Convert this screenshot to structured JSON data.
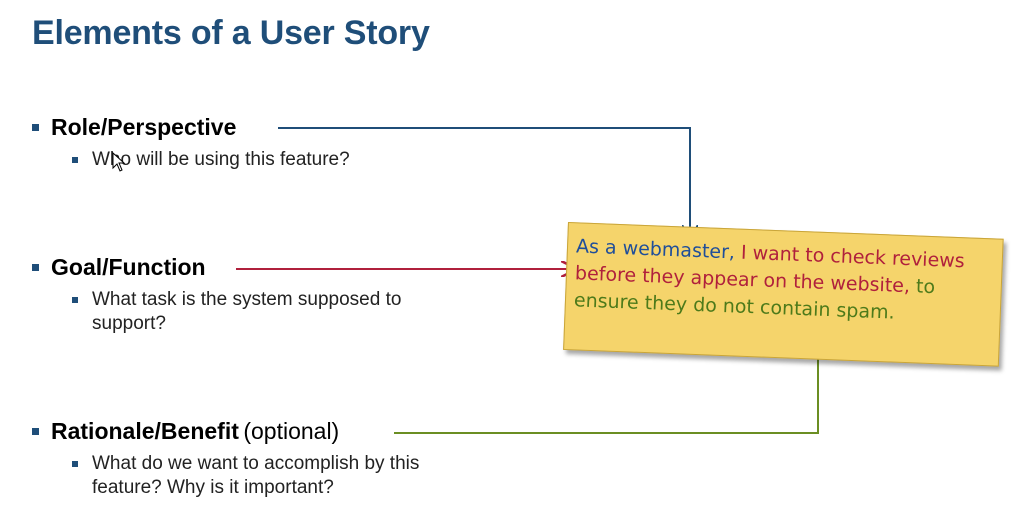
{
  "title": "Elements of a User Story",
  "bullets": [
    {
      "heading": "Role/Perspective",
      "optional": "",
      "sub": "Who will be using this feature?"
    },
    {
      "heading": "Goal/Function",
      "optional": "",
      "sub": "What task is the system supposed to support?"
    },
    {
      "heading": "Rationale/Benefit",
      "optional": "(optional)",
      "sub": "What do we want to accomplish by this feature? Why is it important?"
    }
  ],
  "story_note": {
    "role_part": "As a webmaster,",
    "goal_part": "I want to check reviews before they appear on the website,",
    "benefit_part": "to ensure they do not contain spam."
  },
  "colors": {
    "title": "#1f4e79",
    "role_arrow": "#1f4e79",
    "goal_arrow": "#b0203c",
    "benefit_arrow": "#6b8e23",
    "note_bg": "#f5d46b"
  }
}
